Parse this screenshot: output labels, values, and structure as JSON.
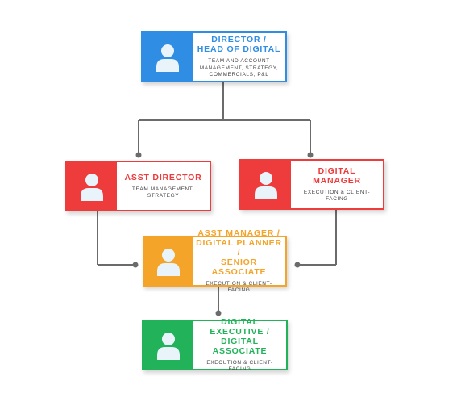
{
  "colors": {
    "connector": "#6b6b6b",
    "director": "#2f8de4",
    "asst_director": "#ee3b3b",
    "digital_manager": "#ee3b3b",
    "asst_manager": "#f5a42a",
    "digital_executive": "#22b25a",
    "avatar": "#e8f4fa"
  },
  "icons": {
    "avatar": "person-avatar-icon"
  },
  "nodes": {
    "director": {
      "title": "DIRECTOR /\nHEAD OF DIGITAL",
      "description": "TEAM AND ACCOUNT\nMANAGEMENT, STRATEGY,\nCOMMERCIALS, P&L"
    },
    "asst_director": {
      "title": "ASST DIRECTOR",
      "description": "TEAM MANAGEMENT,\nSTRATEGY"
    },
    "digital_manager": {
      "title": "DIGITAL MANAGER",
      "description": "EXECUTION & CLIENT-FACING"
    },
    "asst_manager": {
      "title": "ASST MANAGER /\nDIGITAL PLANNER /\nSENIOR ASSOCIATE",
      "description": "EXECUTION & CLIENT-FACING"
    },
    "digital_executive": {
      "title": "DIGITAL EXECUTIVE /\nDIGITAL ASSOCIATE",
      "description": "EXECUTION & CLIENT-FACING"
    }
  }
}
